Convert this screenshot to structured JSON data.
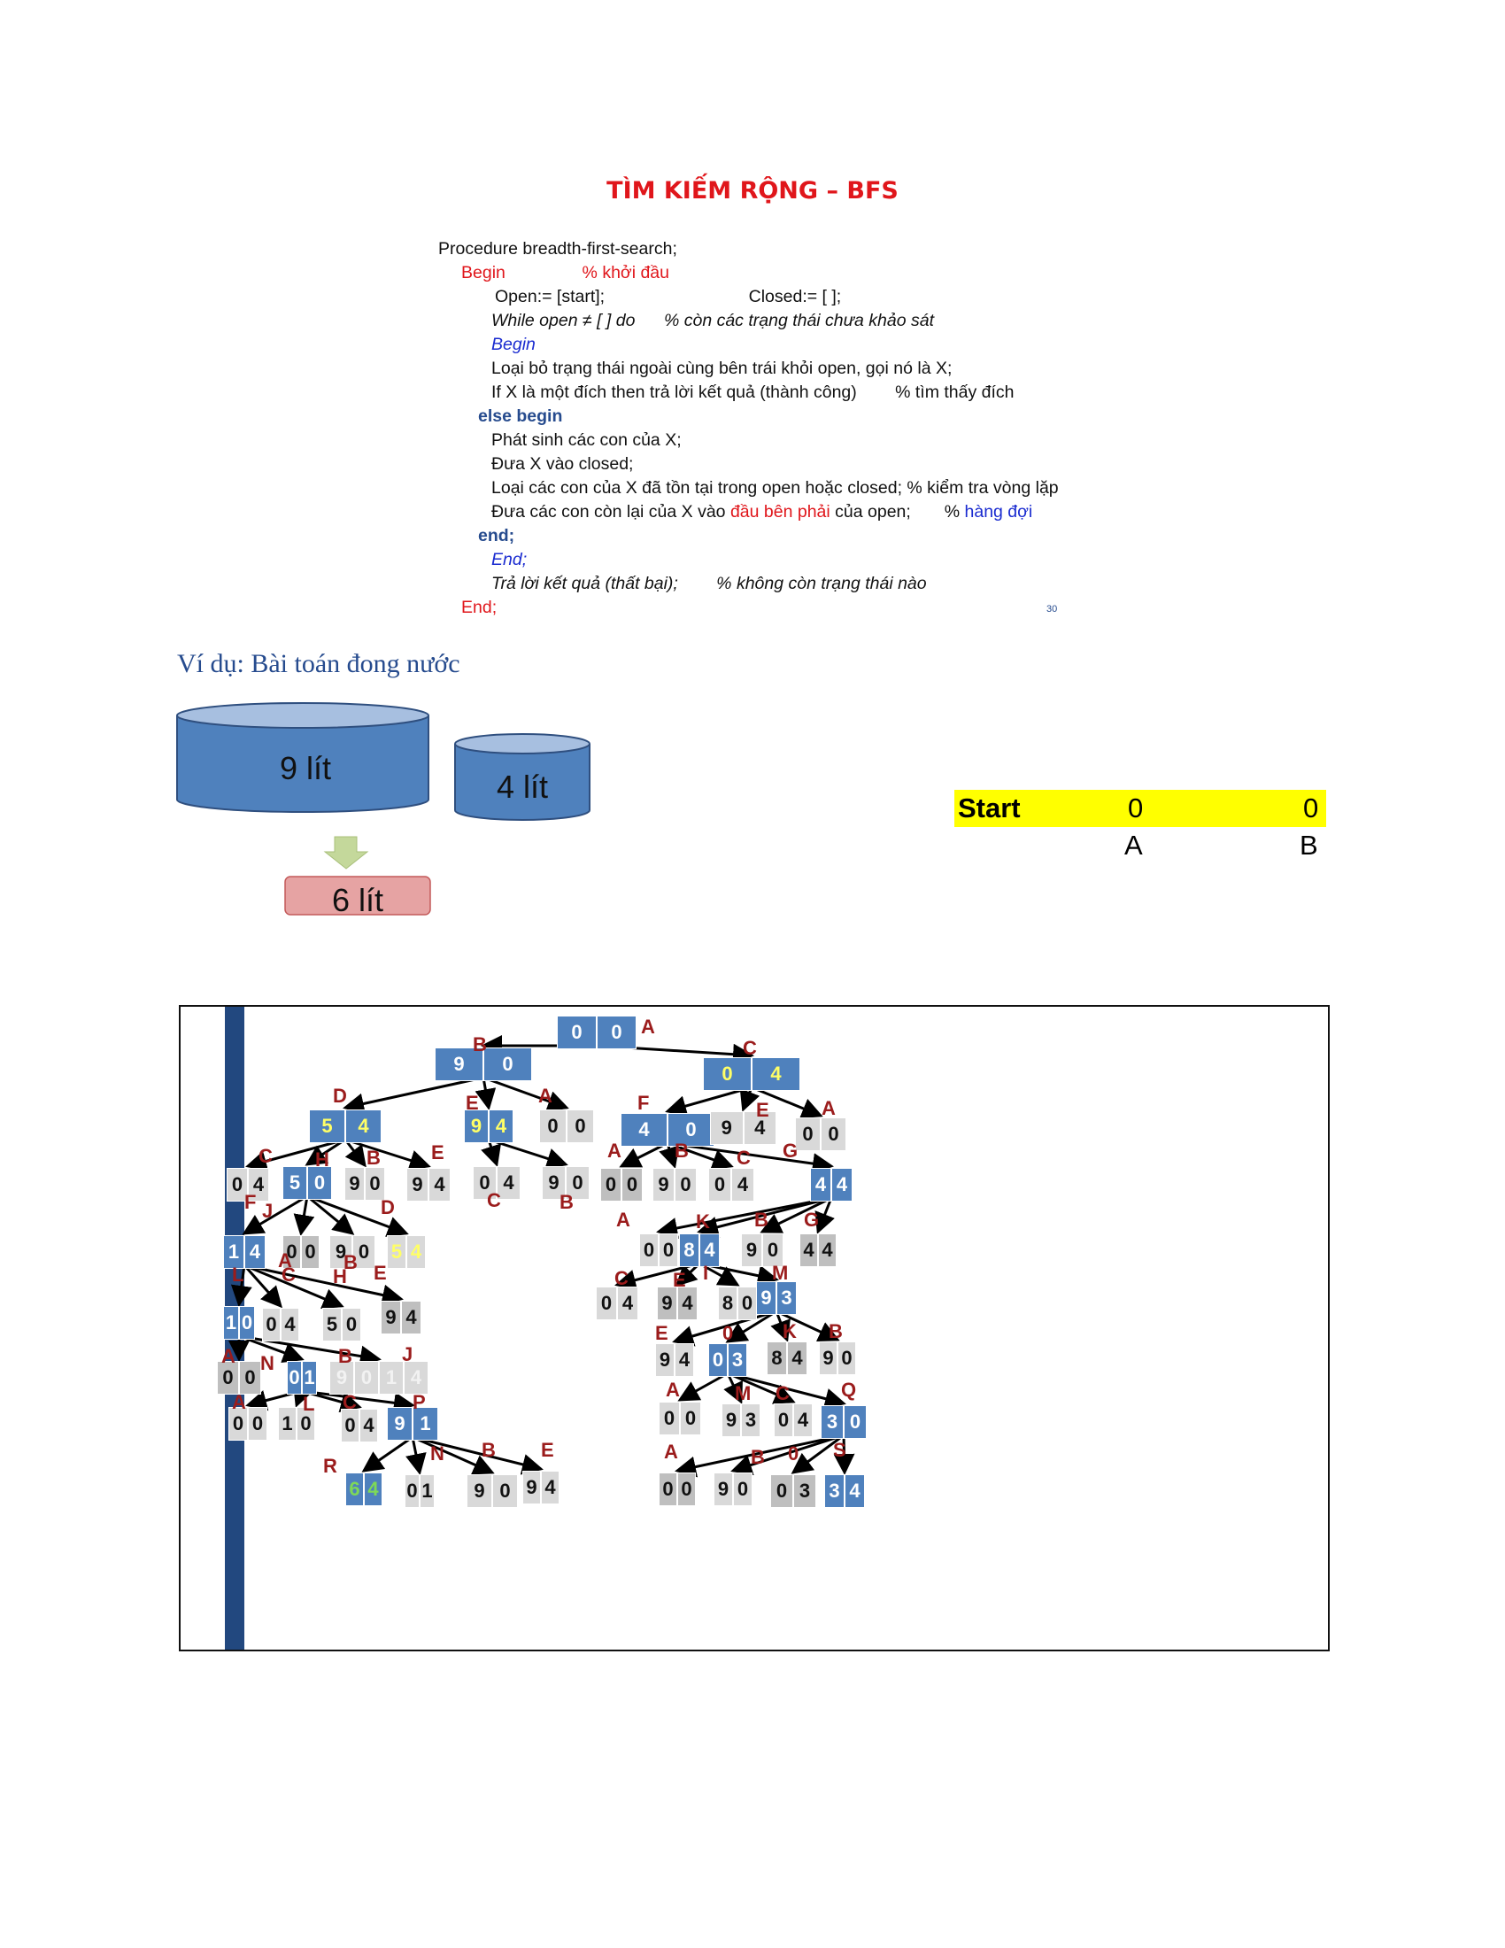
{
  "title": "TÌM KIẾM RỘNG – BFS",
  "code_lines": [
    {
      "text": "Procedure breadth-first-search;",
      "style": ""
    },
    {
      "text": "Begin                % khởi đầu",
      "style": "red-begin"
    },
    {
      "text": "Open:= [start];                              Closed:= [ ];",
      "style": ""
    },
    {
      "text": "While open ≠ [ ] do      % còn các trạng thái chưa khảo sát",
      "style": "italic"
    },
    {
      "text": "Begin",
      "style": "blue-italic"
    },
    {
      "text": "Loại bỏ trạng thái ngoài cùng bên trái khỏi open, gọi nó là X;",
      "style": ""
    },
    {
      "text": "If X là một đích then trả lời kết quả (thành công)        % tìm thấy đích",
      "style": ""
    },
    {
      "text": "else begin",
      "style": "dark-bold"
    },
    {
      "text": "Phát sinh các con của X;",
      "style": ""
    },
    {
      "text": "Đưa X vào closed;",
      "style": ""
    },
    {
      "text": "Loại các con của X đã tồn tại trong open hoặc closed; % kiểm tra vòng lặp",
      "style": ""
    },
    {
      "text": "Đưa các con còn lại của X vào ",
      "style": "mixed"
    },
    {
      "text": "end;",
      "style": "dark-bold"
    },
    {
      "text": "End;",
      "style": "blue-italic"
    },
    {
      "text": "Trả lời kết quả (thất bại);        % không còn trạng thái nào",
      "style": "italic"
    },
    {
      "text": "End;",
      "style": "red"
    }
  ],
  "code_queue_part": {
    "red": "đầu bên phải",
    "after": " của open;       % ",
    "blue": "hàng đợi"
  },
  "slide_number": "30",
  "example_title": "Ví dụ: Bài toán đong nước",
  "jug_big": "9 lít",
  "jug_small": "4 lít",
  "target": "6 lít",
  "start_table": {
    "label": "Start",
    "a_value": "0",
    "b_value": "0",
    "a_name": "A",
    "b_name": "B"
  },
  "colors": {
    "node_blue": "#4f81bd",
    "node_gray": "#d9d9d9",
    "label_red": "#9b1c1c",
    "highlight": "#ffff00",
    "title_red": "#e0161b"
  },
  "tree_nodes": [
    {
      "v": [
        "0",
        "0"
      ],
      "k": "b"
    },
    {
      "v": [
        "9",
        "0"
      ],
      "k": "b"
    },
    {
      "v": [
        "0",
        "4"
      ],
      "k": "b"
    },
    {
      "v": [
        "5",
        "4"
      ],
      "k": "b"
    },
    {
      "v": [
        "9",
        "4"
      ],
      "k": "b"
    },
    {
      "v": [
        "0",
        "0"
      ],
      "k": "g"
    },
    {
      "v": [
        "4",
        "0"
      ],
      "k": "b"
    },
    {
      "v": [
        "9",
        "4"
      ],
      "k": "g"
    },
    {
      "v": [
        "0",
        "0"
      ],
      "k": "g"
    },
    {
      "v": [
        "0",
        "4"
      ],
      "k": "g"
    },
    {
      "v": [
        "5",
        "0"
      ],
      "k": "b"
    },
    {
      "v": [
        "9",
        "0"
      ],
      "k": "g"
    },
    {
      "v": [
        "9",
        "4"
      ],
      "k": "g"
    },
    {
      "v": [
        "0",
        "4"
      ],
      "k": "g"
    },
    {
      "v": [
        "9",
        "0"
      ],
      "k": "g"
    },
    {
      "v": [
        "0",
        "0"
      ],
      "k": "dg"
    },
    {
      "v": [
        "9",
        "0"
      ],
      "k": "g"
    },
    {
      "v": [
        "0",
        "4"
      ],
      "k": "g"
    },
    {
      "v": [
        "4",
        "4"
      ],
      "k": "b"
    },
    {
      "v": [
        "1",
        "4"
      ],
      "k": "b"
    },
    {
      "v": [
        "0",
        "0"
      ],
      "k": "dg"
    },
    {
      "v": [
        "9",
        "0"
      ],
      "k": "g"
    },
    {
      "v": [
        "5",
        "4"
      ],
      "k": "g"
    },
    {
      "v": [
        "0",
        "0"
      ],
      "k": "g"
    },
    {
      "v": [
        "8",
        "4"
      ],
      "k": "b"
    },
    {
      "v": [
        "9",
        "0"
      ],
      "k": "g"
    },
    {
      "v": [
        "4",
        "4"
      ],
      "k": "dg"
    },
    {
      "v": [
        "0",
        "4"
      ],
      "k": "g"
    },
    {
      "v": [
        "9",
        "4"
      ],
      "k": "dg"
    },
    {
      "v": [
        "8",
        "0"
      ],
      "k": "g"
    },
    {
      "v": [
        "9",
        "3"
      ],
      "k": "b"
    },
    {
      "v": [
        "1",
        "0"
      ],
      "k": "b"
    },
    {
      "v": [
        "0",
        "4"
      ],
      "k": "g"
    },
    {
      "v": [
        "5",
        "0"
      ],
      "k": "g"
    },
    {
      "v": [
        "9",
        "4"
      ],
      "k": "dg"
    },
    {
      "v": [
        "9",
        "4"
      ],
      "k": "g"
    },
    {
      "v": [
        "0",
        "3"
      ],
      "k": "b"
    },
    {
      "v": [
        "8",
        "4"
      ],
      "k": "dg"
    },
    {
      "v": [
        "9",
        "0"
      ],
      "k": "g"
    },
    {
      "v": [
        "0",
        "0"
      ],
      "k": "dg"
    },
    {
      "v": [
        "0",
        "1"
      ],
      "k": "b"
    },
    {
      "v": [
        "9",
        "0",
        "1",
        "4"
      ],
      "k": "g"
    },
    {
      "v": [
        "0",
        "0"
      ],
      "k": "g"
    },
    {
      "v": [
        "9",
        "3"
      ],
      "k": "g"
    },
    {
      "v": [
        "0",
        "4"
      ],
      "k": "g"
    },
    {
      "v": [
        "3",
        "0"
      ],
      "k": "b"
    },
    {
      "v": [
        "0",
        "0"
      ],
      "k": "g"
    },
    {
      "v": [
        "1",
        "0"
      ],
      "k": "g"
    },
    {
      "v": [
        "0",
        "4"
      ],
      "k": "g"
    },
    {
      "v": [
        "9",
        "1"
      ],
      "k": "b"
    },
    {
      "v": [
        "6",
        "4"
      ],
      "k": "b"
    },
    {
      "v": [
        "0",
        "1"
      ],
      "k": "g"
    },
    {
      "v": [
        "9",
        "0"
      ],
      "k": "g"
    },
    {
      "v": [
        "9",
        "4"
      ],
      "k": "g"
    },
    {
      "v": [
        "0",
        "0"
      ],
      "k": "dg"
    },
    {
      "v": [
        "9",
        "0"
      ],
      "k": "g"
    },
    {
      "v": [
        "0",
        "3"
      ],
      "k": "dg"
    },
    {
      "v": [
        "3",
        "4"
      ],
      "k": "b"
    }
  ],
  "tree_labels": [
    "A",
    "B",
    "C",
    "D",
    "E",
    "A",
    "F",
    "E",
    "A",
    "C",
    "H",
    "B",
    "E",
    "A",
    "B",
    "C",
    "G",
    "C",
    "B",
    "F",
    "J",
    "D",
    "A",
    "B",
    "A",
    "K",
    "B",
    "G",
    "L",
    "C",
    "H",
    "E",
    "C",
    "E",
    "I",
    "M",
    "E",
    "0",
    "K",
    "B",
    "A",
    "N",
    "B",
    "J",
    "A",
    "M",
    "C",
    "Q",
    "A",
    "L",
    "C",
    "P",
    "A",
    "B",
    "0",
    "S",
    "R",
    "N",
    "B",
    "E"
  ]
}
